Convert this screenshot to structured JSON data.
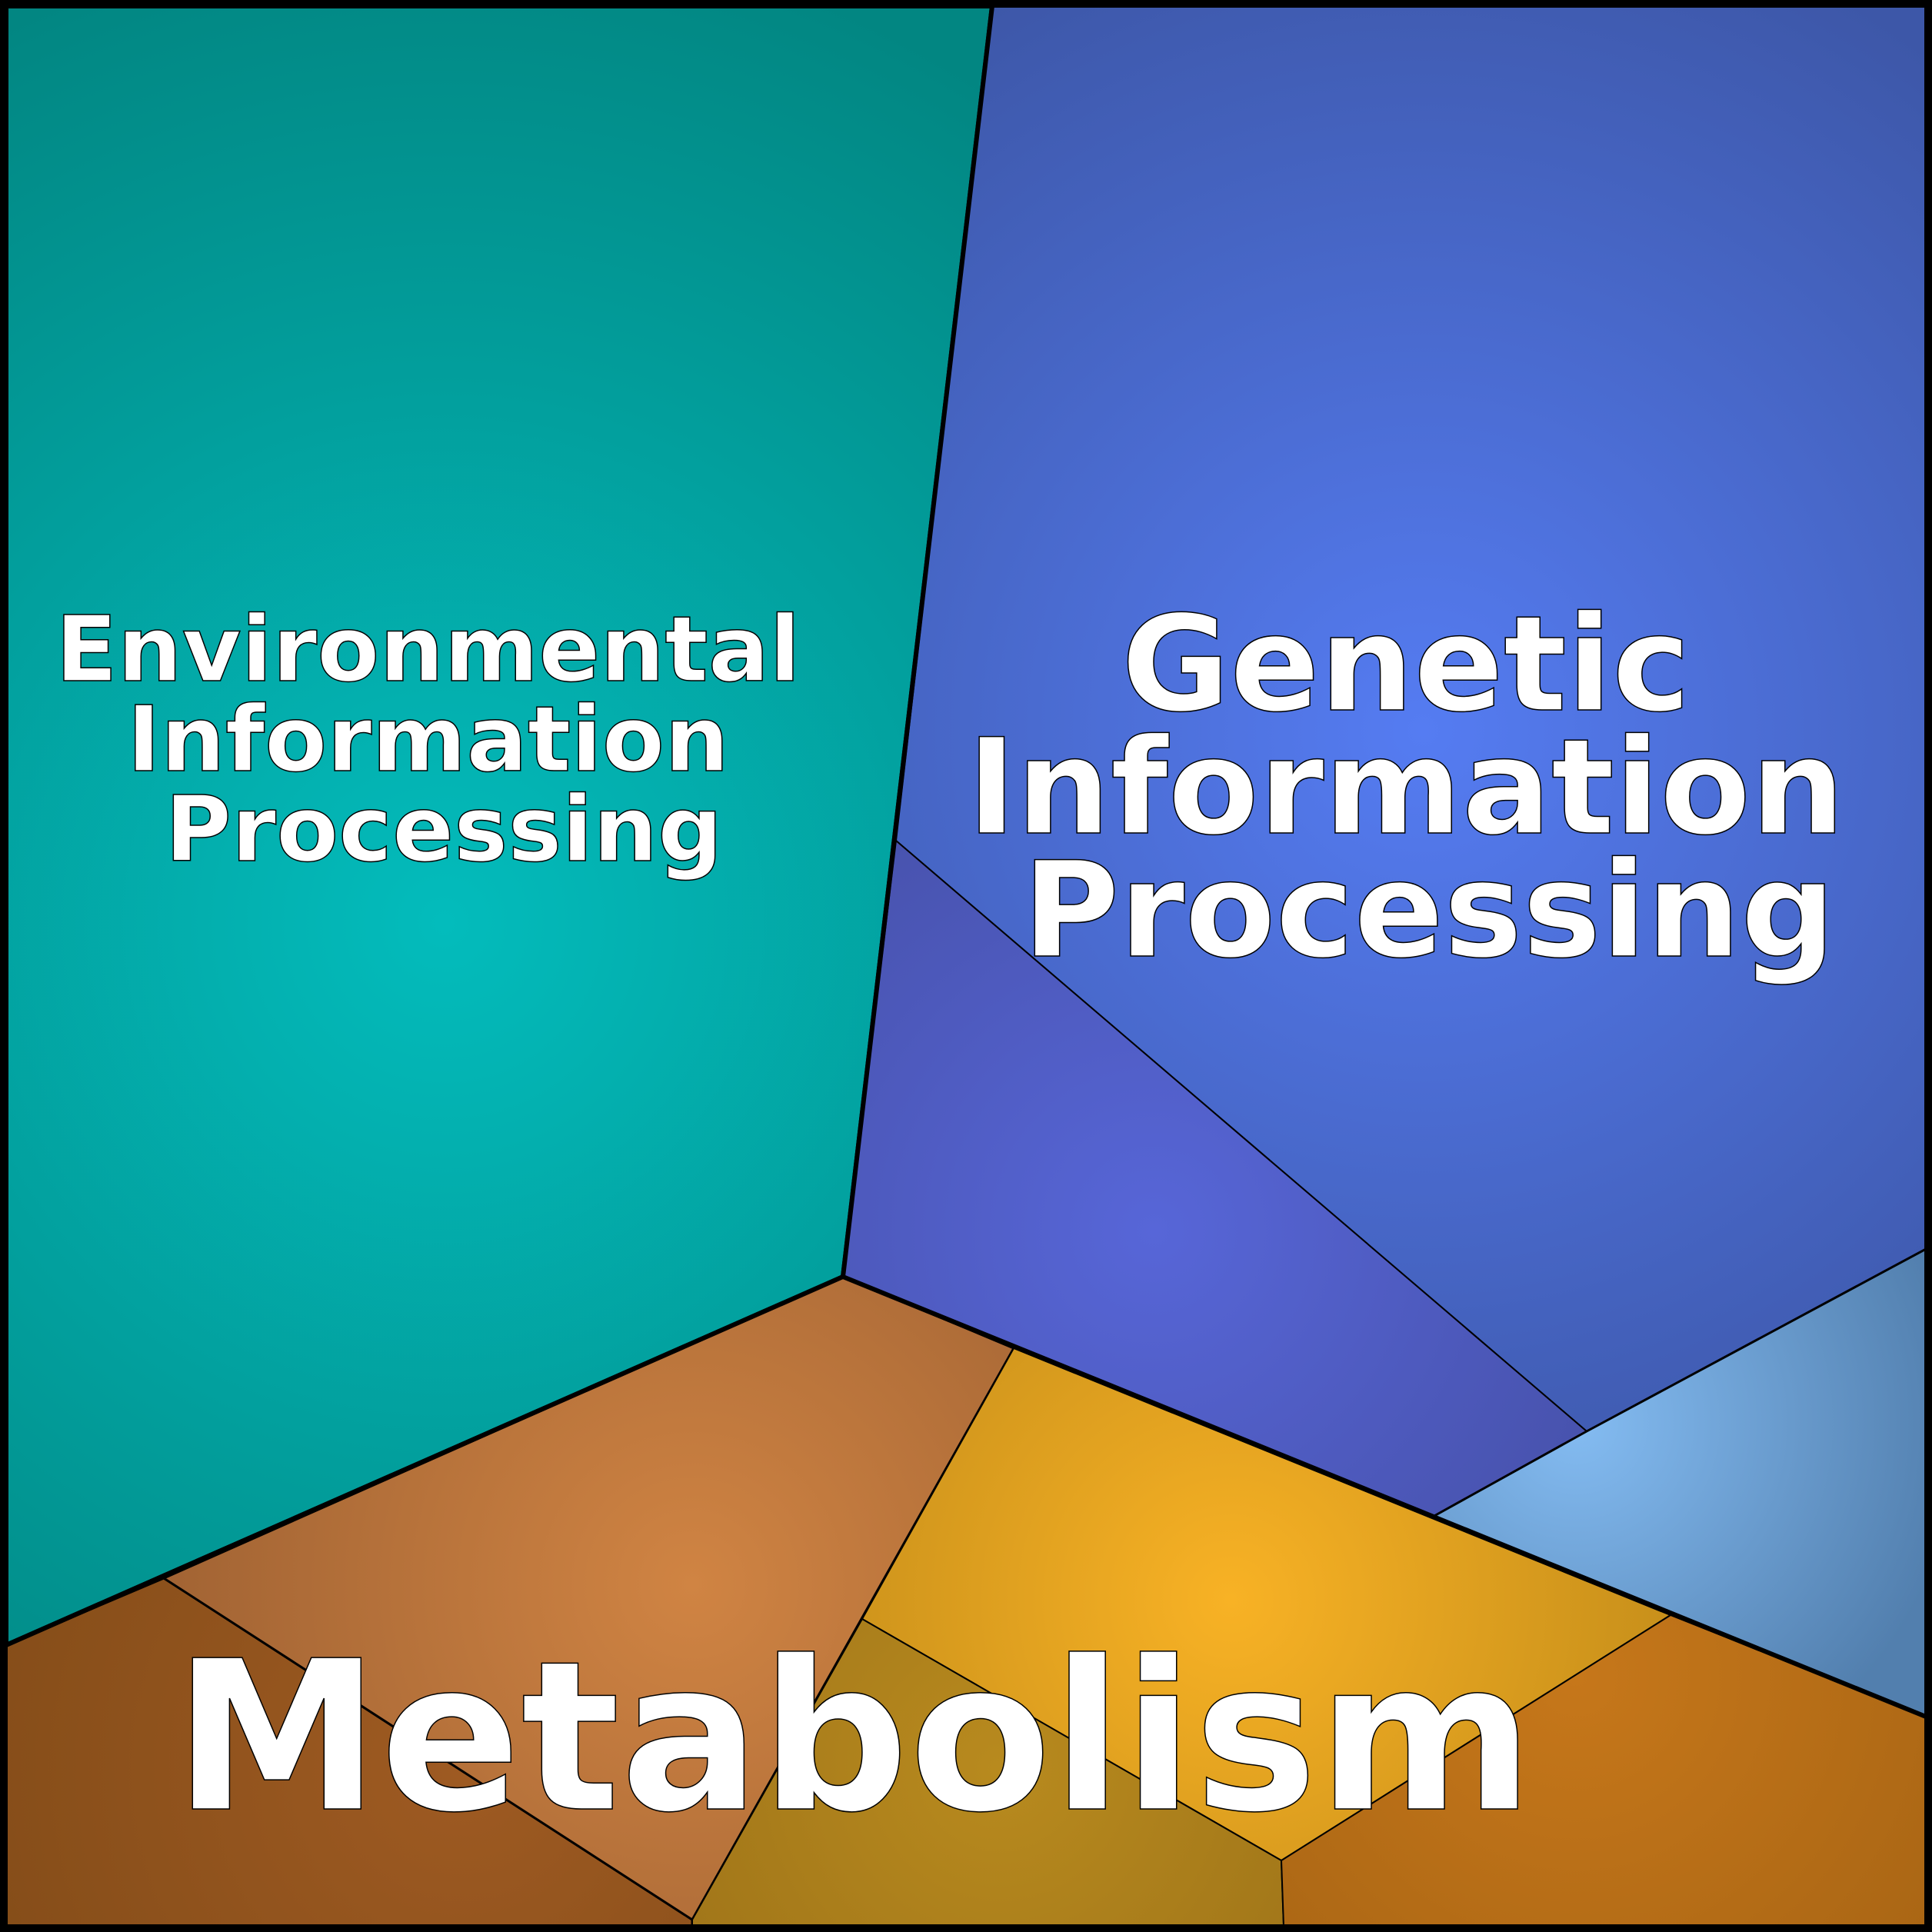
{
  "title": "KEGG pathway Voronoi treemap",
  "regions": {
    "environmental": {
      "lines": [
        "Environmental",
        "Information",
        "Processing"
      ],
      "color": "#03bcbc",
      "edge_color": "#028682"
    },
    "genetic": {
      "lines": [
        "Genetic",
        "Information",
        "Processing"
      ],
      "color": "#557cf2",
      "edge_color": "#3d57a8"
    },
    "metabolism": {
      "label": "Metabolism"
    }
  },
  "colors": {
    "genetic_sub": "#5563cc",
    "light_blue": "#80b6ee",
    "copper": "#d08443",
    "brown": "#8a4f18",
    "gold": "#f8b225",
    "olive": "#9e7318",
    "orange": "#c6771a"
  }
}
